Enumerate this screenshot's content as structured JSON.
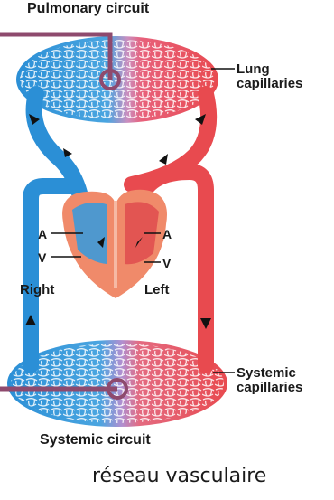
{
  "diagram": {
    "title_top": "Pulmonary circuit",
    "title_bottom": "Systemic circuit",
    "lung_capillaries": [
      "Lung",
      "capillaries"
    ],
    "systemic_capillaries": [
      "Systemic",
      "capillaries"
    ],
    "heart_labels": {
      "atrium_right_side": "A",
      "ventricle_right_side": "V",
      "atrium_left_side": "A",
      "ventricle_left_side": "V",
      "side_right": "Right",
      "side_left": "Left"
    },
    "caption": "réseau vasculaire"
  },
  "colors": {
    "deoxygenated": "#2b8fd6",
    "oxygenated": "#e84a4f",
    "heart": "#f08a6a",
    "marker": "#8e4a6e",
    "arrow": "#111111"
  }
}
